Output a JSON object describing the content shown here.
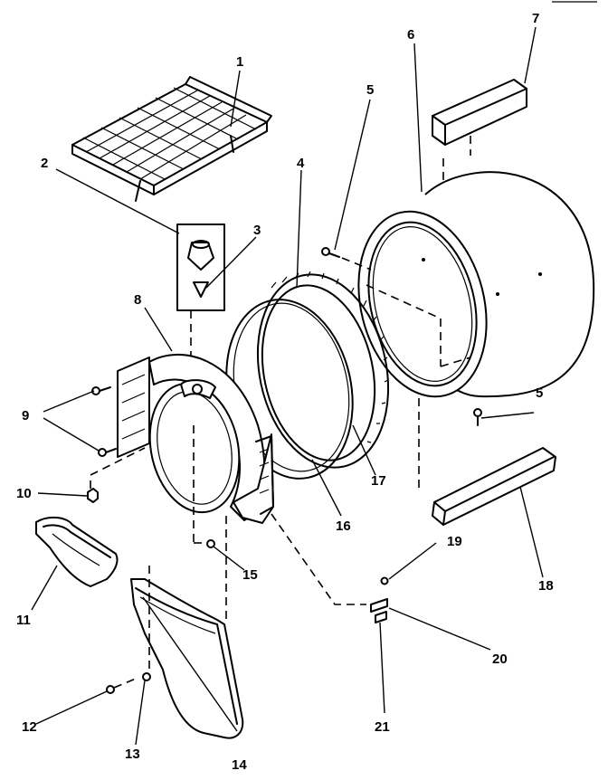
{
  "callouts": {
    "c1": "1",
    "c2": "2",
    "c3": "3",
    "c4": "4",
    "c5a": "5",
    "c5b": "5",
    "c6": "6",
    "c7": "7",
    "c8": "8",
    "c9": "9",
    "c10": "10",
    "c11": "11",
    "c12": "12",
    "c13": "13",
    "c14": "14",
    "c15": "15",
    "c16": "16",
    "c17": "17",
    "c18": "18",
    "c19": "19",
    "c20": "20",
    "c21": "21"
  },
  "parts": [
    {
      "num": "1",
      "icon": "wire-shelf-rack"
    },
    {
      "num": "2",
      "icon": "shelf-support-bracket-box"
    },
    {
      "num": "3",
      "icon": "mounting-screw"
    },
    {
      "num": "4",
      "icon": "drum-seal-ring"
    },
    {
      "num": "5",
      "icon": "screw"
    },
    {
      "num": "6",
      "icon": "drum"
    },
    {
      "num": "7",
      "icon": "drum-baffle"
    },
    {
      "num": "8",
      "icon": "front-bulkhead"
    },
    {
      "num": "9",
      "icon": "bulkhead-screws"
    },
    {
      "num": "10",
      "icon": "nut"
    },
    {
      "num": "11",
      "icon": "lint-filter-trap"
    },
    {
      "num": "12",
      "icon": "screw"
    },
    {
      "num": "13",
      "icon": "screw"
    },
    {
      "num": "14",
      "icon": "exhaust-duct"
    },
    {
      "num": "15",
      "icon": "screw"
    },
    {
      "num": "16",
      "icon": "drum-felt-seal"
    },
    {
      "num": "17",
      "icon": "seal-retainer"
    },
    {
      "num": "18",
      "icon": "rear-baffle"
    },
    {
      "num": "19",
      "icon": "screw"
    },
    {
      "num": "20",
      "icon": "clip"
    },
    {
      "num": "21",
      "icon": "spring-clip"
    }
  ]
}
